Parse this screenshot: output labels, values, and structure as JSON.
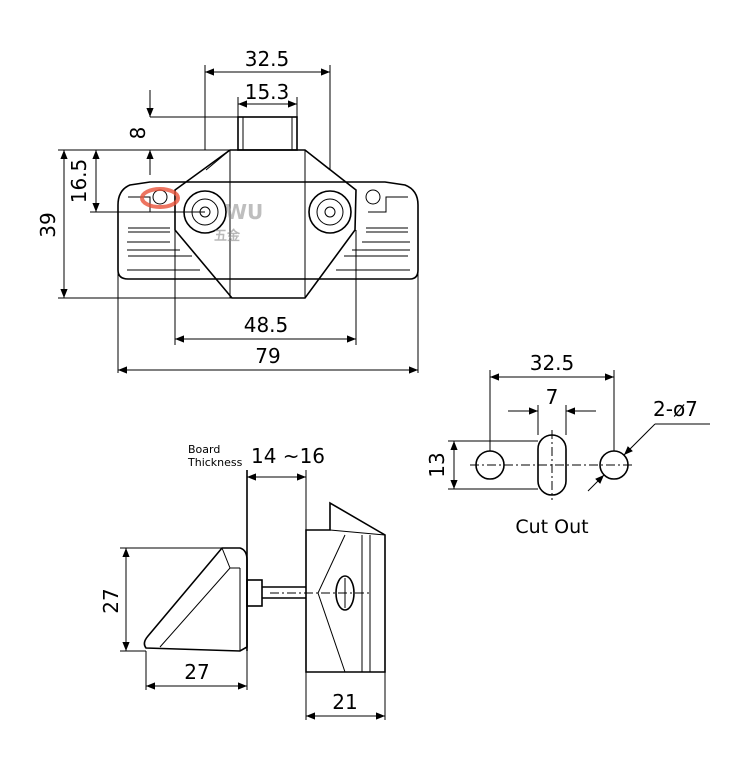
{
  "watermark": {
    "brand": "WU",
    "chars": "五金",
    "accent_color": "#e8523a"
  },
  "front_view": {
    "dims": {
      "overall_width": "32.5",
      "stem_width": "15.3",
      "stem_height": "8",
      "center_height": "16.5",
      "total_height": "39",
      "hole_spacing": "48.5",
      "base_width": "79"
    }
  },
  "side_view": {
    "board_label_1": "Board",
    "board_label_2": "Thickness",
    "board_range": "14 ~16",
    "knob_height": "27",
    "knob_width": "27",
    "body_width": "21"
  },
  "cutout": {
    "title": "Cut Out",
    "spacing": "32.5",
    "slot_width": "7",
    "height": "13",
    "holes": "2-ø7"
  }
}
